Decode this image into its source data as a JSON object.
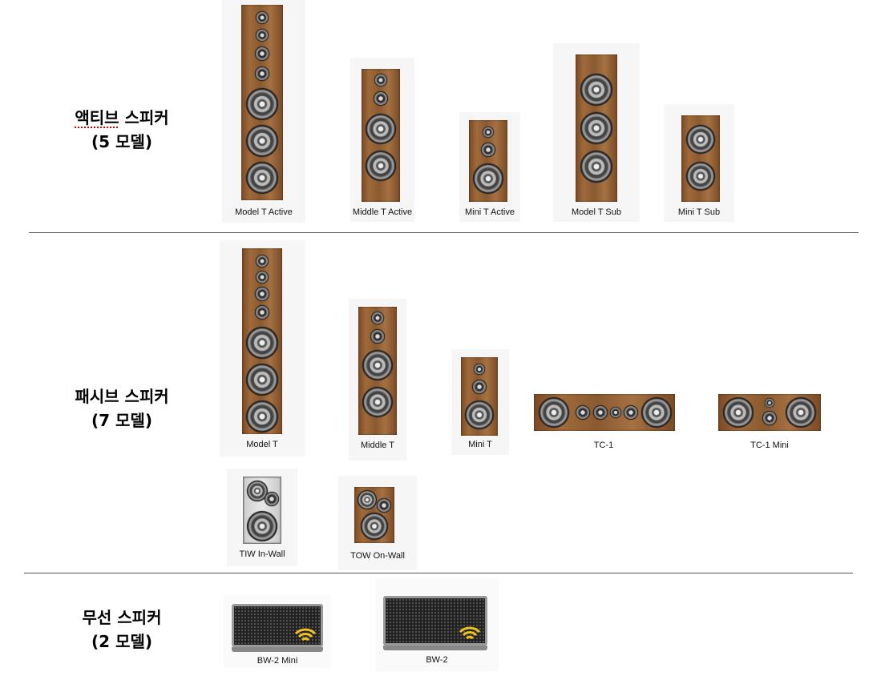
{
  "sections": {
    "active": {
      "name_a": "액티브",
      "name_b": " 스피커",
      "count": "(5 모델)"
    },
    "passive": {
      "name": "패시브 스피커",
      "count": "(7 모델)"
    },
    "wireless": {
      "name": "무선 스피커",
      "count": "(2 모델)"
    }
  },
  "active_models": [
    "Model T Active",
    "Middle T Active",
    "Mini T Active",
    "Model T Sub",
    "Mini T Sub"
  ],
  "passive_models": [
    "Model T",
    "Middle T",
    "Mini T",
    "TC-1",
    "TC-1 Mini",
    "TIW In-Wall",
    "TOW On-Wall"
  ],
  "wireless_models": [
    "BW-2 Mini",
    "BW-2"
  ],
  "colors": {
    "wood": "#8a5a30",
    "divider": "#555555",
    "wifi": "#f0c020"
  }
}
